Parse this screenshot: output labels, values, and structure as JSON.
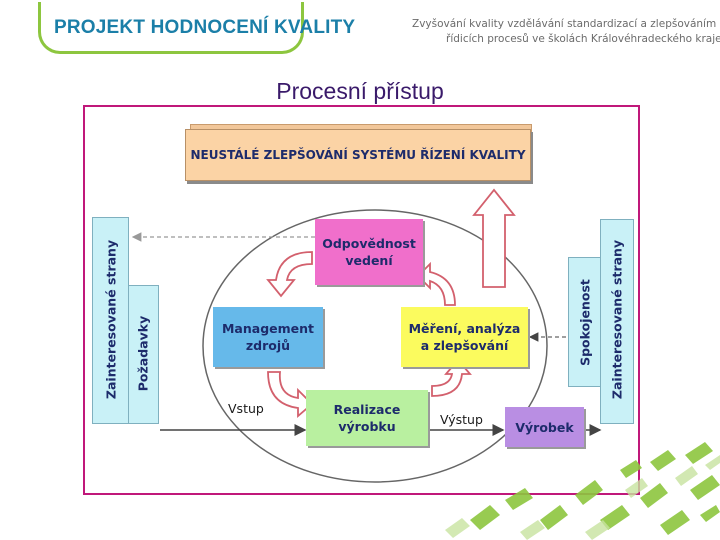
{
  "header": {
    "logo_text": "PROJEKT HODNOCENÍ KVALITY",
    "subtitle_line1": "Zvyšování kvality vzdělávání standardizací a zlepšováním",
    "subtitle_line2": "řídicích procesů ve školách Královéhradeckého kraje"
  },
  "slide_title": "Procesní přístup",
  "diagram": {
    "top_box": "NEUSTÁLÉ ZLEPŠOVÁNÍ SYSTÉMU ŘÍZENÍ KVALITY",
    "responsibility": [
      "Odpovědnost",
      "vedení"
    ],
    "resources": [
      "Management",
      "zdrojů"
    ],
    "measurement": [
      "Měření, analýza",
      "a zlepšování"
    ],
    "realization": [
      "Realizace",
      "výrobku"
    ],
    "product": "Výrobek",
    "left_stakeholders": "Zainteresované strany",
    "left_requirements": "Požadavky",
    "right_stakeholders": "Zainteresované strany",
    "right_satisfaction": "Spokojenost",
    "input_label": "Vstup",
    "output_label": "Výstup"
  },
  "colors": {
    "brand_green": "#8dc63f",
    "brand_blue": "#1b7fa8",
    "frame": "#c0187a",
    "top_box": "#fbd3a5",
    "responsibility": "#f06fcb",
    "resources": "#66b9ea",
    "measurement": "#fbfb5e",
    "realization": "#b9f0a0",
    "product": "#b98ee3",
    "side_bars": "#c9f1f7"
  }
}
